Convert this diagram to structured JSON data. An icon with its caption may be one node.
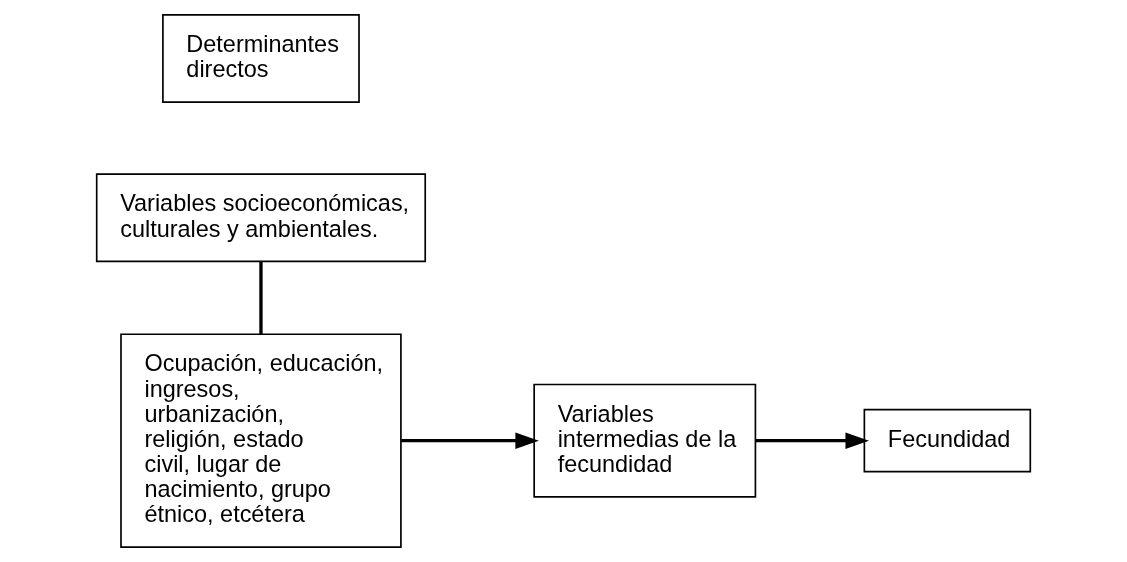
{
  "diagram": {
    "nodes": [
      {
        "text": [
          "Variables socioeconómicas, culturales y ambientales."
        ]
      },
      {
        "text": [
          "Determinantes directos"
        ]
      },
      {
        "text": [
          "Ocupación, educación, ingresos, urbanización, religión, estado civil, lugar de nacimiento, grupo étnico, etcétera"
        ]
      },
      {
        "text": [
          "Variables intermedias de la fecundidad"
        ]
      },
      {
        "text": [
          "Fecundidad"
        ]
      }
    ],
    "edges": [
      {
        "from": 0,
        "to": 2,
        "arrow": "none"
      },
      {
        "from": 2,
        "to": 3,
        "arrow": "to"
      },
      {
        "from": 3,
        "to": 4,
        "arrow": "to"
      }
    ]
  }
}
